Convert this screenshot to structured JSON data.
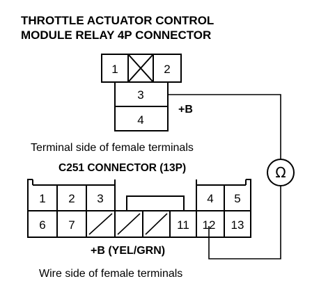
{
  "title": {
    "line1": "THROTTLE ACTUATOR CONTROL",
    "line2": "MODULE RELAY 4P CONNECTOR"
  },
  "relay_connector": {
    "terminals": [
      "1",
      "2",
      "3",
      "4"
    ],
    "empty_cavity": "x-mark",
    "supply_label": "+B",
    "view_caption": "Terminal side of female terminals"
  },
  "c251_connector": {
    "header": "C251 CONNECTOR (13P)",
    "top_row": [
      "1",
      "2",
      "3",
      "4",
      "5"
    ],
    "bottom_row": [
      "6",
      "7",
      "11",
      "12",
      "13"
    ],
    "supply_label": "+B (YEL/GRN)",
    "view_caption": "Wire side of female terminals"
  },
  "meter": {
    "symbol": "Ω",
    "icon": "ohmmeter-icon"
  }
}
